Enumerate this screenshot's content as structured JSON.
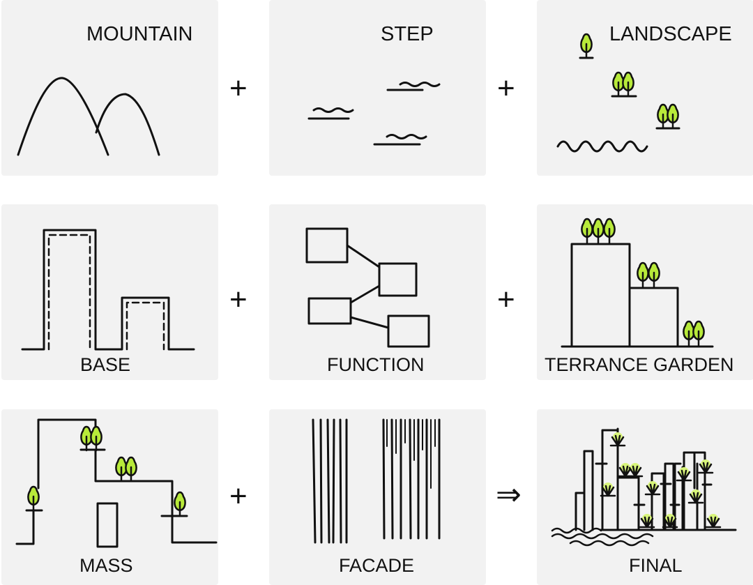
{
  "panels": {
    "mountain": "MOUNTAIN",
    "step": "STEP",
    "landscape": "LANDSCAPE",
    "base": "BASE",
    "function": "FUNCTION",
    "terrance_garden": "TERRANCE GARDEN",
    "mass": "MASS",
    "facade": "FACADE",
    "final": "FINAL"
  },
  "operators": {
    "plus": "+",
    "arrow": "⇒"
  },
  "colors": {
    "panel_bg": "#f2f2f2",
    "ink": "#111111",
    "foliage": "#b8ea3a"
  }
}
